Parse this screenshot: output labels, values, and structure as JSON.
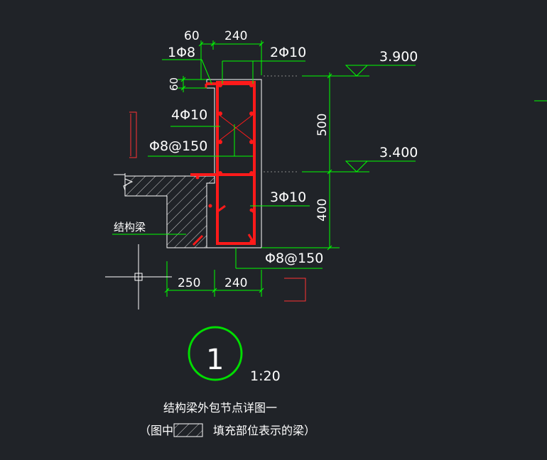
{
  "colors": {
    "background": "#202328",
    "dimension": "#00ff00",
    "rebar": "#ff0000",
    "outline": "#ffffff",
    "hatch": "#ffffff",
    "accent_red": "#ff3333"
  },
  "dimensions": {
    "top_60": "60",
    "top_240": "240",
    "side_60": "60",
    "vert_500": "500",
    "vert_400": "400",
    "bottom_250": "250",
    "bottom_240": "240"
  },
  "rebar_labels": {
    "top_left": "1Φ8",
    "top_right": "2Φ10",
    "middle": "4Φ10",
    "stirrup_upper": "Φ8@150",
    "lower_right": "3Φ10",
    "stirrup_lower": "Φ8@150"
  },
  "elevations": {
    "upper": "3.900",
    "lower": "3.400"
  },
  "labels": {
    "structural_beam": "结构梁"
  },
  "detail": {
    "number": "1",
    "scale": "1:20",
    "title": "结构梁外包节点详图一",
    "legend_prefix": "（图中",
    "legend_suffix": "填充部位表示的梁）"
  },
  "icons": [
    "ucs-crosshair-icon",
    "hatch-legend-icon",
    "detail-circle-icon"
  ]
}
